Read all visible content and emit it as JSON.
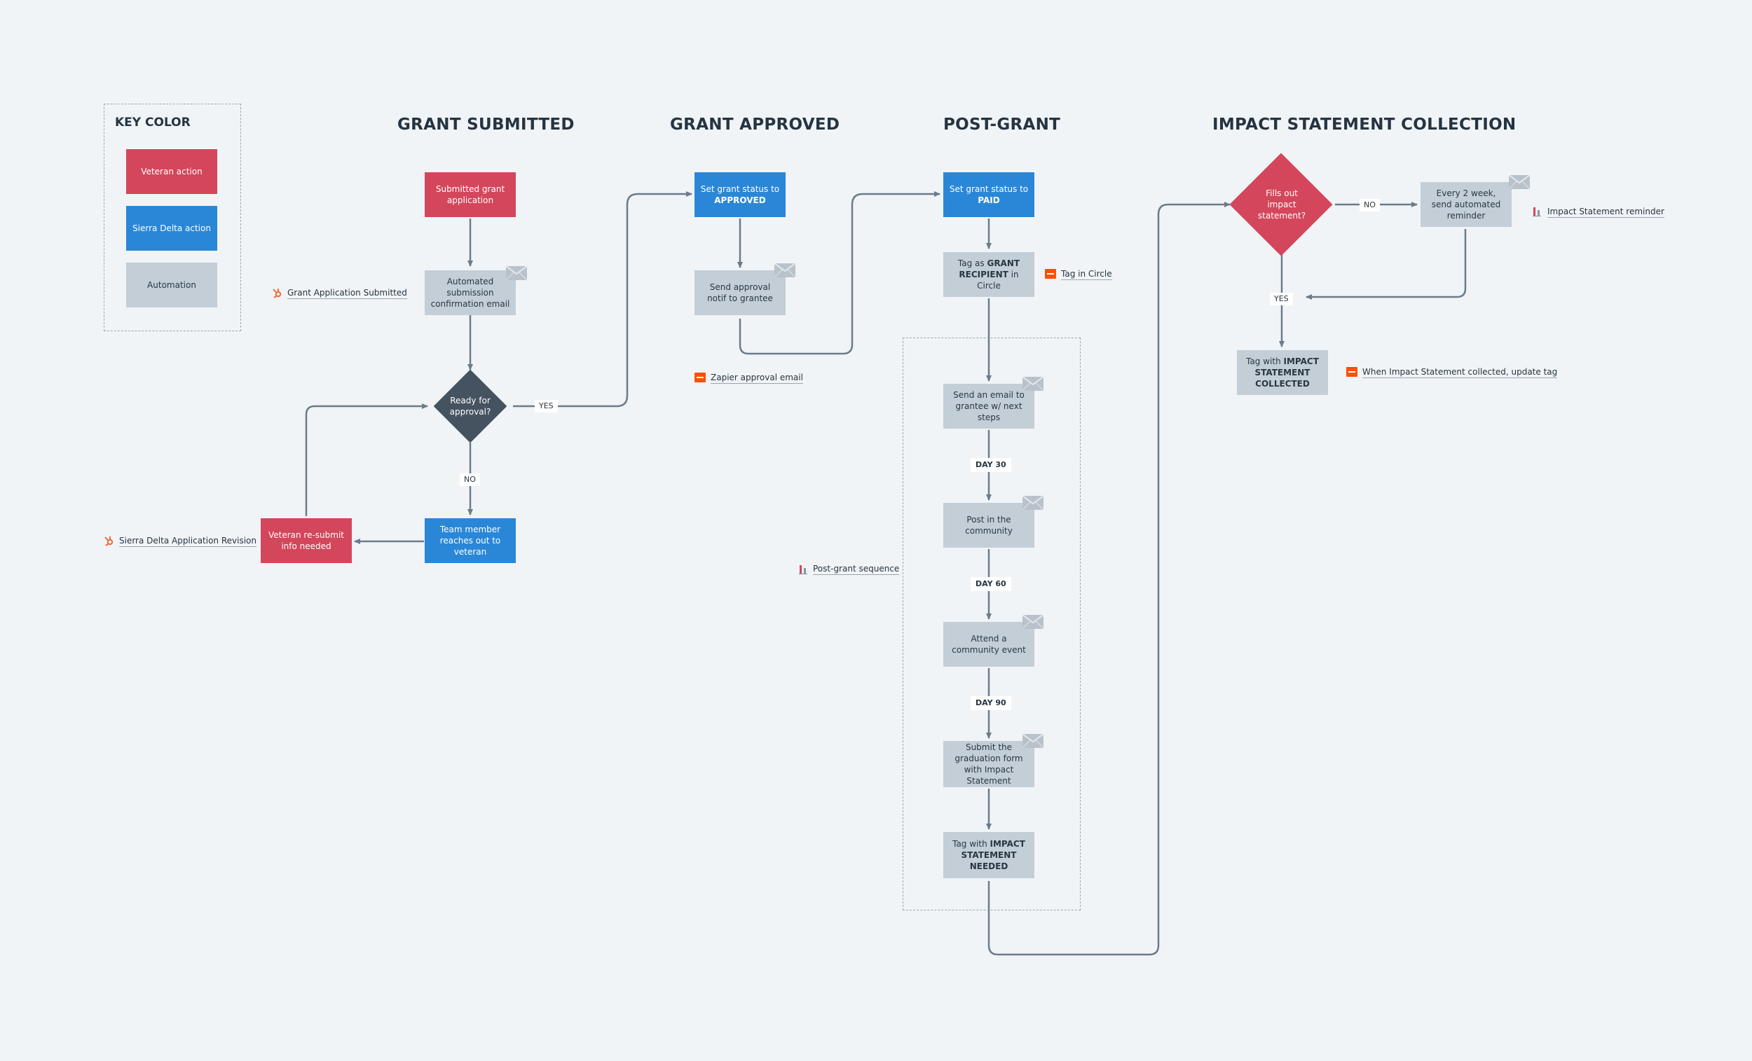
{
  "key": {
    "title": "KEY COLOR",
    "veteran": "Veteran action",
    "sierra": "Sierra Delta action",
    "automation": "Automation"
  },
  "columns": {
    "submitted": "GRANT SUBMITTED",
    "approved": "GRANT APPROVED",
    "postgrant": "POST-GRANT",
    "impact": "IMPACT STATEMENT COLLECTION"
  },
  "nodes": {
    "submitted_app": "Submitted grant application",
    "auto_confirm": "Automated submission confirmation email",
    "ready": "Ready for approval?",
    "team_reach": "Team member reaches out to veteran",
    "resubmit": "Veteran re-submit info needed",
    "set_approved_pre": "Set grant status to",
    "set_approved_bold": "APPROVED",
    "send_approval": "Send approval notif to grantee",
    "set_paid_pre": "Set grant status to",
    "set_paid_bold": "PAID",
    "tag_recipient_pre": "Tag as",
    "tag_recipient_bold": "GRANT RECIPIENT",
    "tag_recipient_post": "in Circle",
    "email_next": "Send an email to grantee w/ next steps",
    "post_community": "Post in the community",
    "attend_event": "Attend a community event",
    "submit_grad": "Submit the graduation form with Impact Statement",
    "tag_needed_pre": "Tag with",
    "tag_needed_bold": "IMPACT STATEMENT NEEDED",
    "fills_out": "Fills out impact statement?",
    "every_2wk": "Every 2 week, send automated reminder",
    "tag_collected_pre": "Tag with",
    "tag_collected_bold": "IMPACT STATEMENT COLLECTED"
  },
  "edge_labels": {
    "ready_yes": "YES",
    "ready_no": "NO",
    "fills_no": "NO",
    "fills_yes": "YES",
    "day30": "DAY 30",
    "day60": "DAY 60",
    "day90": "DAY 90"
  },
  "references": {
    "grant_app_submitted": "Grant Application Submitted",
    "sd_revision": "Sierra Delta Application Revision",
    "zapier_email": "Zapier approval email",
    "tag_circle": "Tag in Circle",
    "post_grant_seq": "Post-grant sequence",
    "impact_reminder": "Impact Statement reminder",
    "impact_collected": "When Impact Statement collected, update tag"
  },
  "colors": {
    "veteran": "#d4465b",
    "sierra": "#2a87d7",
    "automation": "#c3ced7",
    "decision_dark": "#45525f",
    "connector": "#6b7b8a",
    "hubspot": "#f36b3b",
    "zapier": "#ff4f00"
  },
  "icons": {
    "hubspot": "hubspot-icon",
    "zapier": "zapier-icon",
    "sequence": "sequence-icon",
    "email": "envelope-icon"
  }
}
